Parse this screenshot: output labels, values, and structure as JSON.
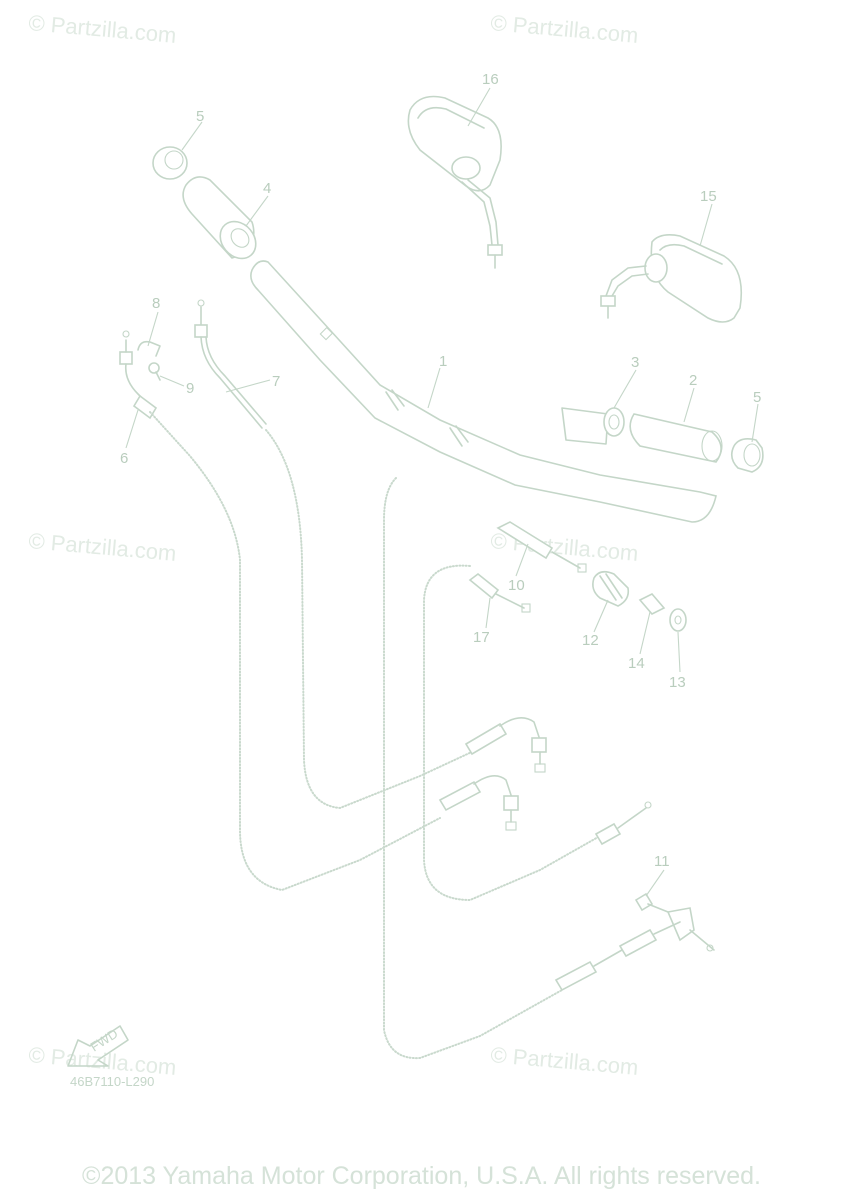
{
  "watermark": "© Partzilla.com",
  "diagram_code": "46B7110-L290",
  "fwd_label": "FWD",
  "copyright": "©2013 Yamaha Motor Corporation, U.S.A. All rights reserved.",
  "callouts": {
    "c1": "1",
    "c2": "2",
    "c3": "3",
    "c4": "4",
    "c5a": "5",
    "c5b": "5",
    "c6": "6",
    "c7": "7",
    "c8": "8",
    "c9": "9",
    "c10": "10",
    "c11": "11",
    "c12": "12",
    "c13": "13",
    "c14": "14",
    "c15": "15",
    "c16": "16",
    "c17": "17"
  }
}
